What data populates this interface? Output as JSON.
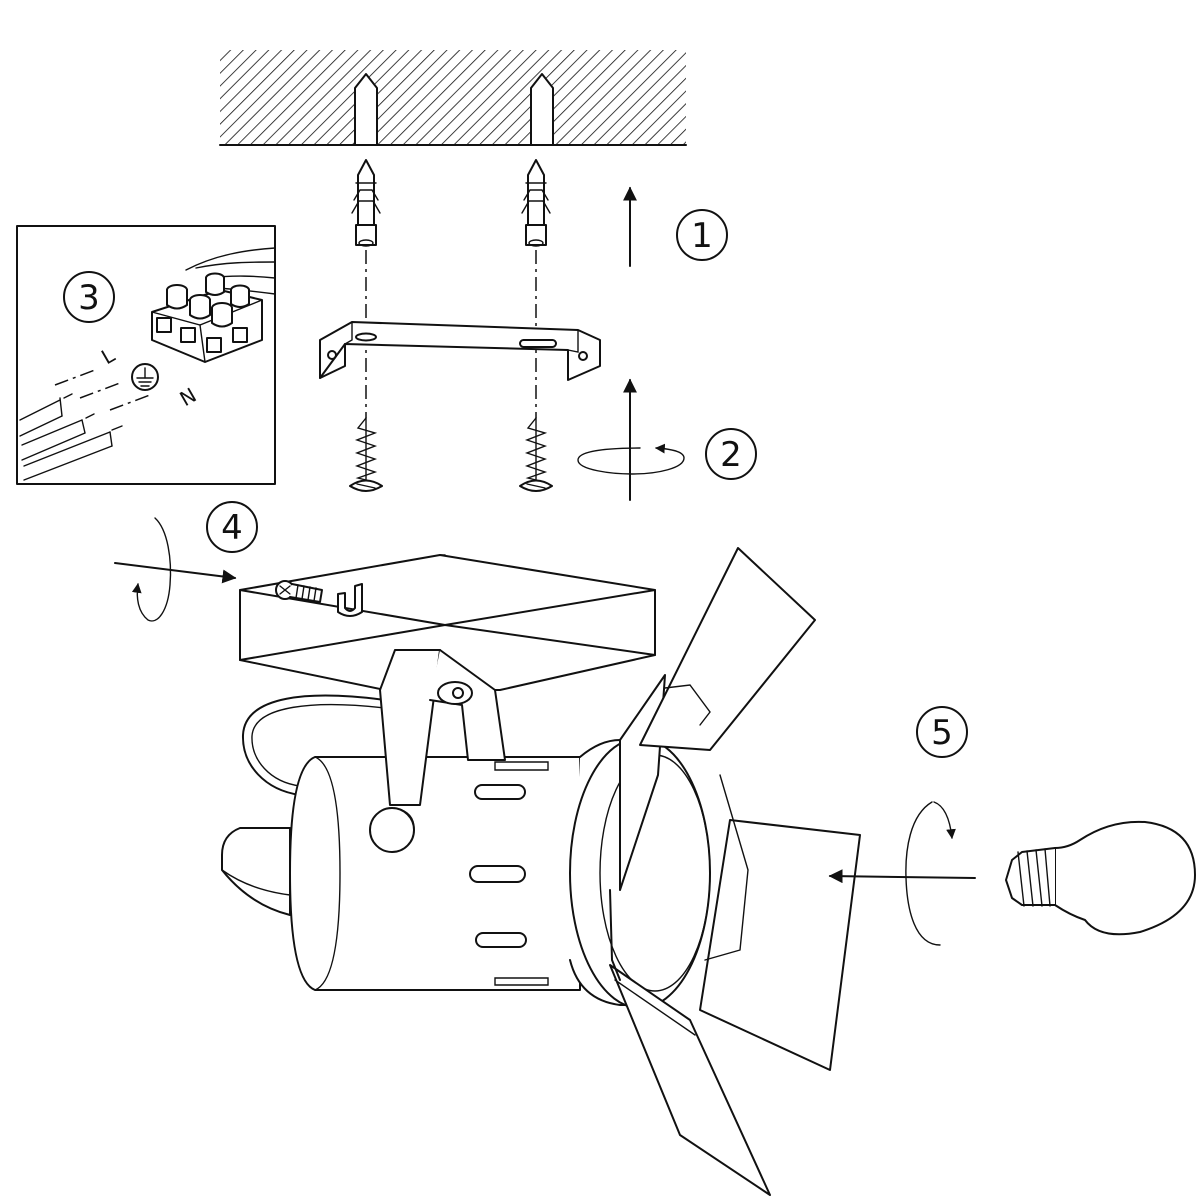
{
  "steps": [
    "1",
    "2",
    "3",
    "4",
    "5"
  ],
  "wire_labels": {
    "live": "L",
    "neutral": "N"
  },
  "colors": {
    "line": "#111111",
    "background": "#ffffff"
  },
  "icons": [
    "ground-symbol-icon",
    "rotate-arrow-icon",
    "direction-arrow-icon"
  ]
}
